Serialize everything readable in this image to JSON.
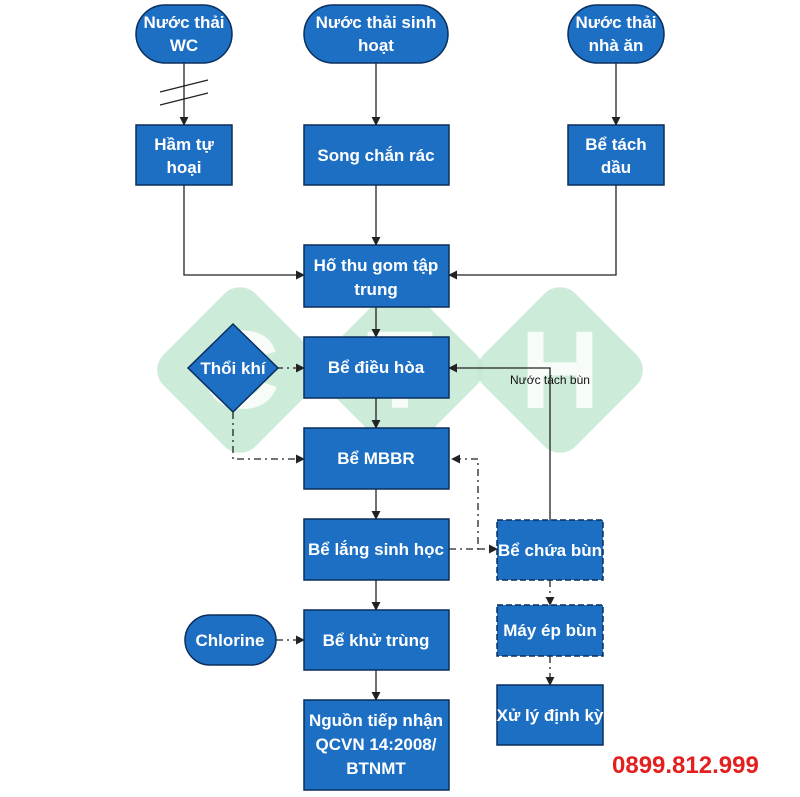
{
  "colors": {
    "node_fill": "#1d6fc4",
    "node_stroke": "#0b2e5c",
    "line": "#222222",
    "watermark": "#bfe6cf",
    "phone": "#e32020"
  },
  "watermark": {
    "letters": [
      "C",
      "T",
      "H"
    ]
  },
  "nodes": {
    "wc": [
      "Nước thải",
      "WC"
    ],
    "sinh_hoat": [
      "Nước thải sinh",
      "hoạt"
    ],
    "nha_an": [
      "Nước thải",
      "nhà ăn"
    ],
    "ham_tu_hoai": [
      "Hầm tự",
      "hoại"
    ],
    "song_chan_rac": [
      "Song chắn rác"
    ],
    "be_tach_dau": [
      "Bể tách",
      "dầu"
    ],
    "ho_thu_gom": [
      "Hố thu gom tập",
      "trung"
    ],
    "thoi_khi": [
      "Thổi khí"
    ],
    "be_dieu_hoa": [
      "Bể điều hòa"
    ],
    "be_mbbr": [
      "Bể MBBR"
    ],
    "be_lang": [
      "Bể lắng sinh học"
    ],
    "be_chua_bun": [
      "Bể chứa bùn"
    ],
    "may_ep_bun": [
      "Máy ép bùn"
    ],
    "xu_ly_dinh_ky": [
      "Xử lý định kỳ"
    ],
    "chlorine": [
      "Chlorine"
    ],
    "be_khu_trung": [
      "Bể khử trùng"
    ],
    "nguon_tiep_nhan": [
      "Nguồn tiếp nhận",
      "QCVN 14:2008/",
      "BTNMT"
    ]
  },
  "edge_labels": {
    "nuoc_tach_bun": "Nước tách bùn"
  },
  "contact": {
    "phone": "0899.812.999"
  }
}
